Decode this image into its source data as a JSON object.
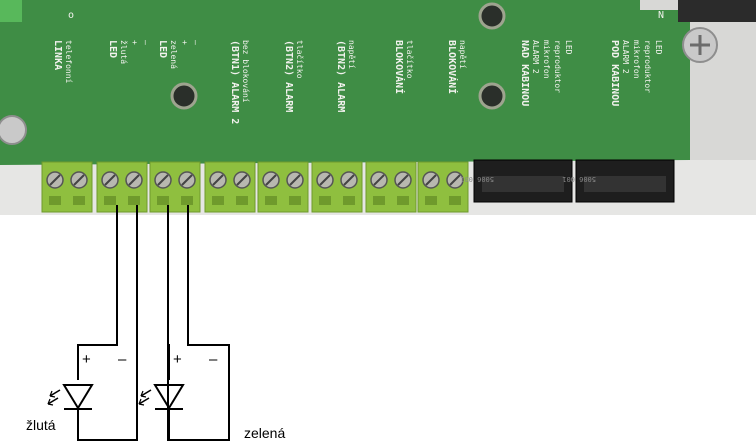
{
  "board": {
    "colors": {
      "pcb": "#3f8d45",
      "pcb_dark": "#2f6f36",
      "terminal": "#8fbf3f",
      "terminal_dark": "#6f9a2c",
      "background_top": "#dcdcdc"
    },
    "top_labels": [
      "o",
      "N"
    ],
    "columns": [
      {
        "lines": [
          "LINKA",
          "telefonní"
        ]
      },
      {
        "lines": [
          "LED",
          "žlutá",
          "+",
          "–"
        ]
      },
      {
        "lines": [
          "LED",
          "zelená",
          "+",
          "–"
        ]
      },
      {
        "lines": [
          "(BTN1) ALARM 2",
          "bez blokování"
        ]
      },
      {
        "lines": [
          "(BTN2) ALARM",
          "tlačítko"
        ]
      },
      {
        "lines": [
          "(BTN2) ALARM",
          "napětí"
        ]
      },
      {
        "lines": [
          "BLOKOVÁNÍ",
          "tlačítko"
        ]
      },
      {
        "lines": [
          "BLOKOVÁNÍ",
          "napětí"
        ]
      },
      {
        "lines": [
          "NAD KABINOU",
          "ALARM 2",
          "mikrofon",
          "reproduktor",
          "LED"
        ]
      },
      {
        "lines": [
          "POD KABINOU",
          "ALARM 2",
          "mikrofon",
          "reproduktor",
          "LED"
        ]
      }
    ],
    "connector_labels": [
      "5006 001",
      "5006 001"
    ]
  },
  "diagram": {
    "plus": "+",
    "minus": "–",
    "led_yellow_label": "žlutá",
    "led_green_label": "zelená"
  }
}
